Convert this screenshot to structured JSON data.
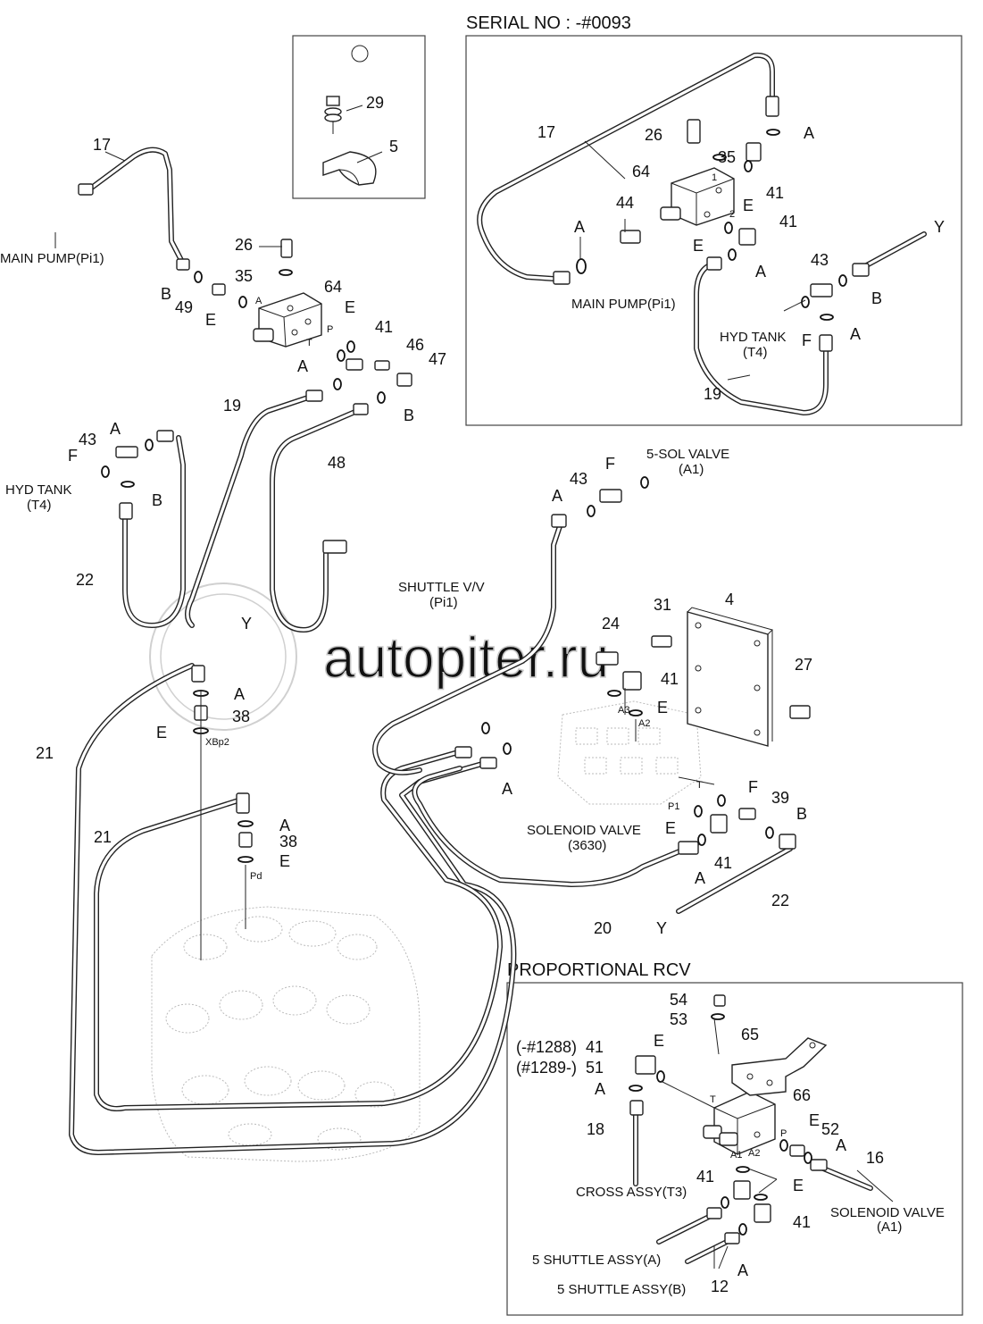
{
  "header": {
    "serial": "SERIAL NO : -#0093"
  },
  "inset_titles": {
    "proportional": "PROPORTIONAL RCV"
  },
  "watermark": "autopiter.ru",
  "callouts": {
    "p4": "4",
    "p5": "5",
    "p12": "12",
    "p16": "16",
    "p17": "17",
    "p18": "18",
    "p19": "19",
    "p20": "20",
    "p21": "21",
    "p22": "22",
    "p24": "24",
    "p26": "26",
    "p27": "27",
    "p29": "29",
    "p31": "31",
    "p35": "35",
    "p38": "38",
    "p39": "39",
    "p41": "41",
    "p43": "43",
    "p44": "44",
    "p46": "46",
    "p47": "47",
    "p48": "48",
    "p49": "49",
    "p51": "51",
    "p52": "52",
    "p53": "53",
    "p54": "54",
    "p64": "64",
    "p65": "65",
    "p66": "66",
    "A": "A",
    "B": "B",
    "E": "E",
    "F": "F",
    "Y": "Y"
  },
  "ports": {
    "A": "A",
    "P": "P",
    "T": "T",
    "XBp2": "XBp2",
    "Pd": "Pd",
    "A1": "A1",
    "A2": "A2",
    "A3": "A3",
    "P1": "P1",
    "one": "1",
    "two": "2"
  },
  "notes": {
    "main_pump": "MAIN PUMP(Pi1)",
    "hyd_tank": "HYD TANK",
    "t4": "(T4)",
    "shuttle_vv": "SHUTTLE V/V",
    "pi1": "(Pi1)",
    "five_sol": "5-SOL VALVE",
    "a1": "(A1)",
    "solenoid_valve": "SOLENOID VALVE",
    "sv_code": "(3630)",
    "cross_assy": "CROSS ASSY(T3)",
    "shuttle_a": "5 SHUTTLE ASSY(A)",
    "shuttle_b": "5 SHUTTLE ASSY(B)",
    "serial_1288": "(-#1288)",
    "serial_1289": "(#1289-)"
  }
}
